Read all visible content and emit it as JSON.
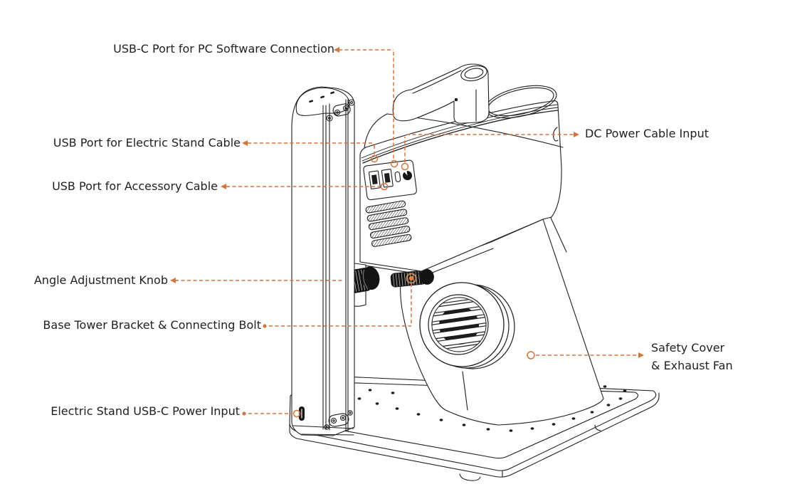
{
  "figure": {
    "description": "Laser engraver labeled parts diagram",
    "background_color": "#ffffff",
    "line_color": "#1e1e1e",
    "leader_color": "#d4753c",
    "text_color": "#1f1f1f"
  },
  "labels": {
    "usb_c_pc": "USB-C Port for PC Software Connection",
    "usb_stand": "USB Port for Electric Stand Cable",
    "usb_accessory": "USB Port for Accessory Cable",
    "dc_input": "DC Power Cable Input",
    "angle_knob": "Angle Adjustment Knob",
    "bracket_bolt": "Base Tower Bracket & Connecting Bolt",
    "safety_cover_line1": "Safety Cover",
    "safety_cover_line2": "& Exhaust Fan",
    "stand_power": "Electric Stand USB-C Power Input"
  },
  "parts": [
    "stand-tower",
    "machine-body",
    "arm-handle",
    "port-panel",
    "usb-a-port-1",
    "usb-a-port-2",
    "usb-c-port",
    "dc-power-port",
    "vent-grille",
    "angle-knob",
    "connecting-bolt",
    "fan-cover",
    "exhaust-cone",
    "base-plate",
    "stand-usb-c-port"
  ]
}
